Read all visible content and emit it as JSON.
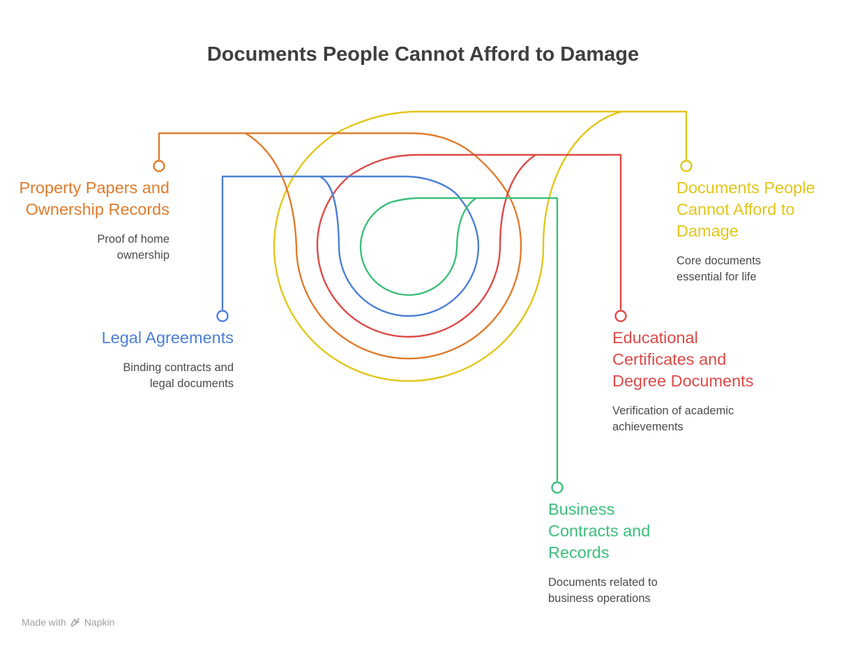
{
  "title": "Documents People Cannot Afford to Damage",
  "items": [
    {
      "key": "property",
      "title": "Property Papers and Ownership Records",
      "desc": "Proof of home ownership",
      "color": "#e07b2c"
    },
    {
      "key": "legal",
      "title": "Legal Agreements",
      "desc": "Binding contracts and legal documents",
      "color": "#4a7fd6"
    },
    {
      "key": "core",
      "title": "Documents People Cannot Afford to Damage",
      "desc": "Core documents essential for life",
      "color": "#e1c61a"
    },
    {
      "key": "education",
      "title": "Educational Certificates and Degree Documents",
      "desc": "Verification of academic achievements",
      "color": "#dd4a48"
    },
    {
      "key": "business",
      "title": "Business Contracts and Records",
      "desc": "Documents related to business operations",
      "color": "#3bbf7a"
    }
  ],
  "footer": {
    "made_with": "Made with",
    "brand": "Napkin",
    "icon": "napkin-logo-icon"
  }
}
